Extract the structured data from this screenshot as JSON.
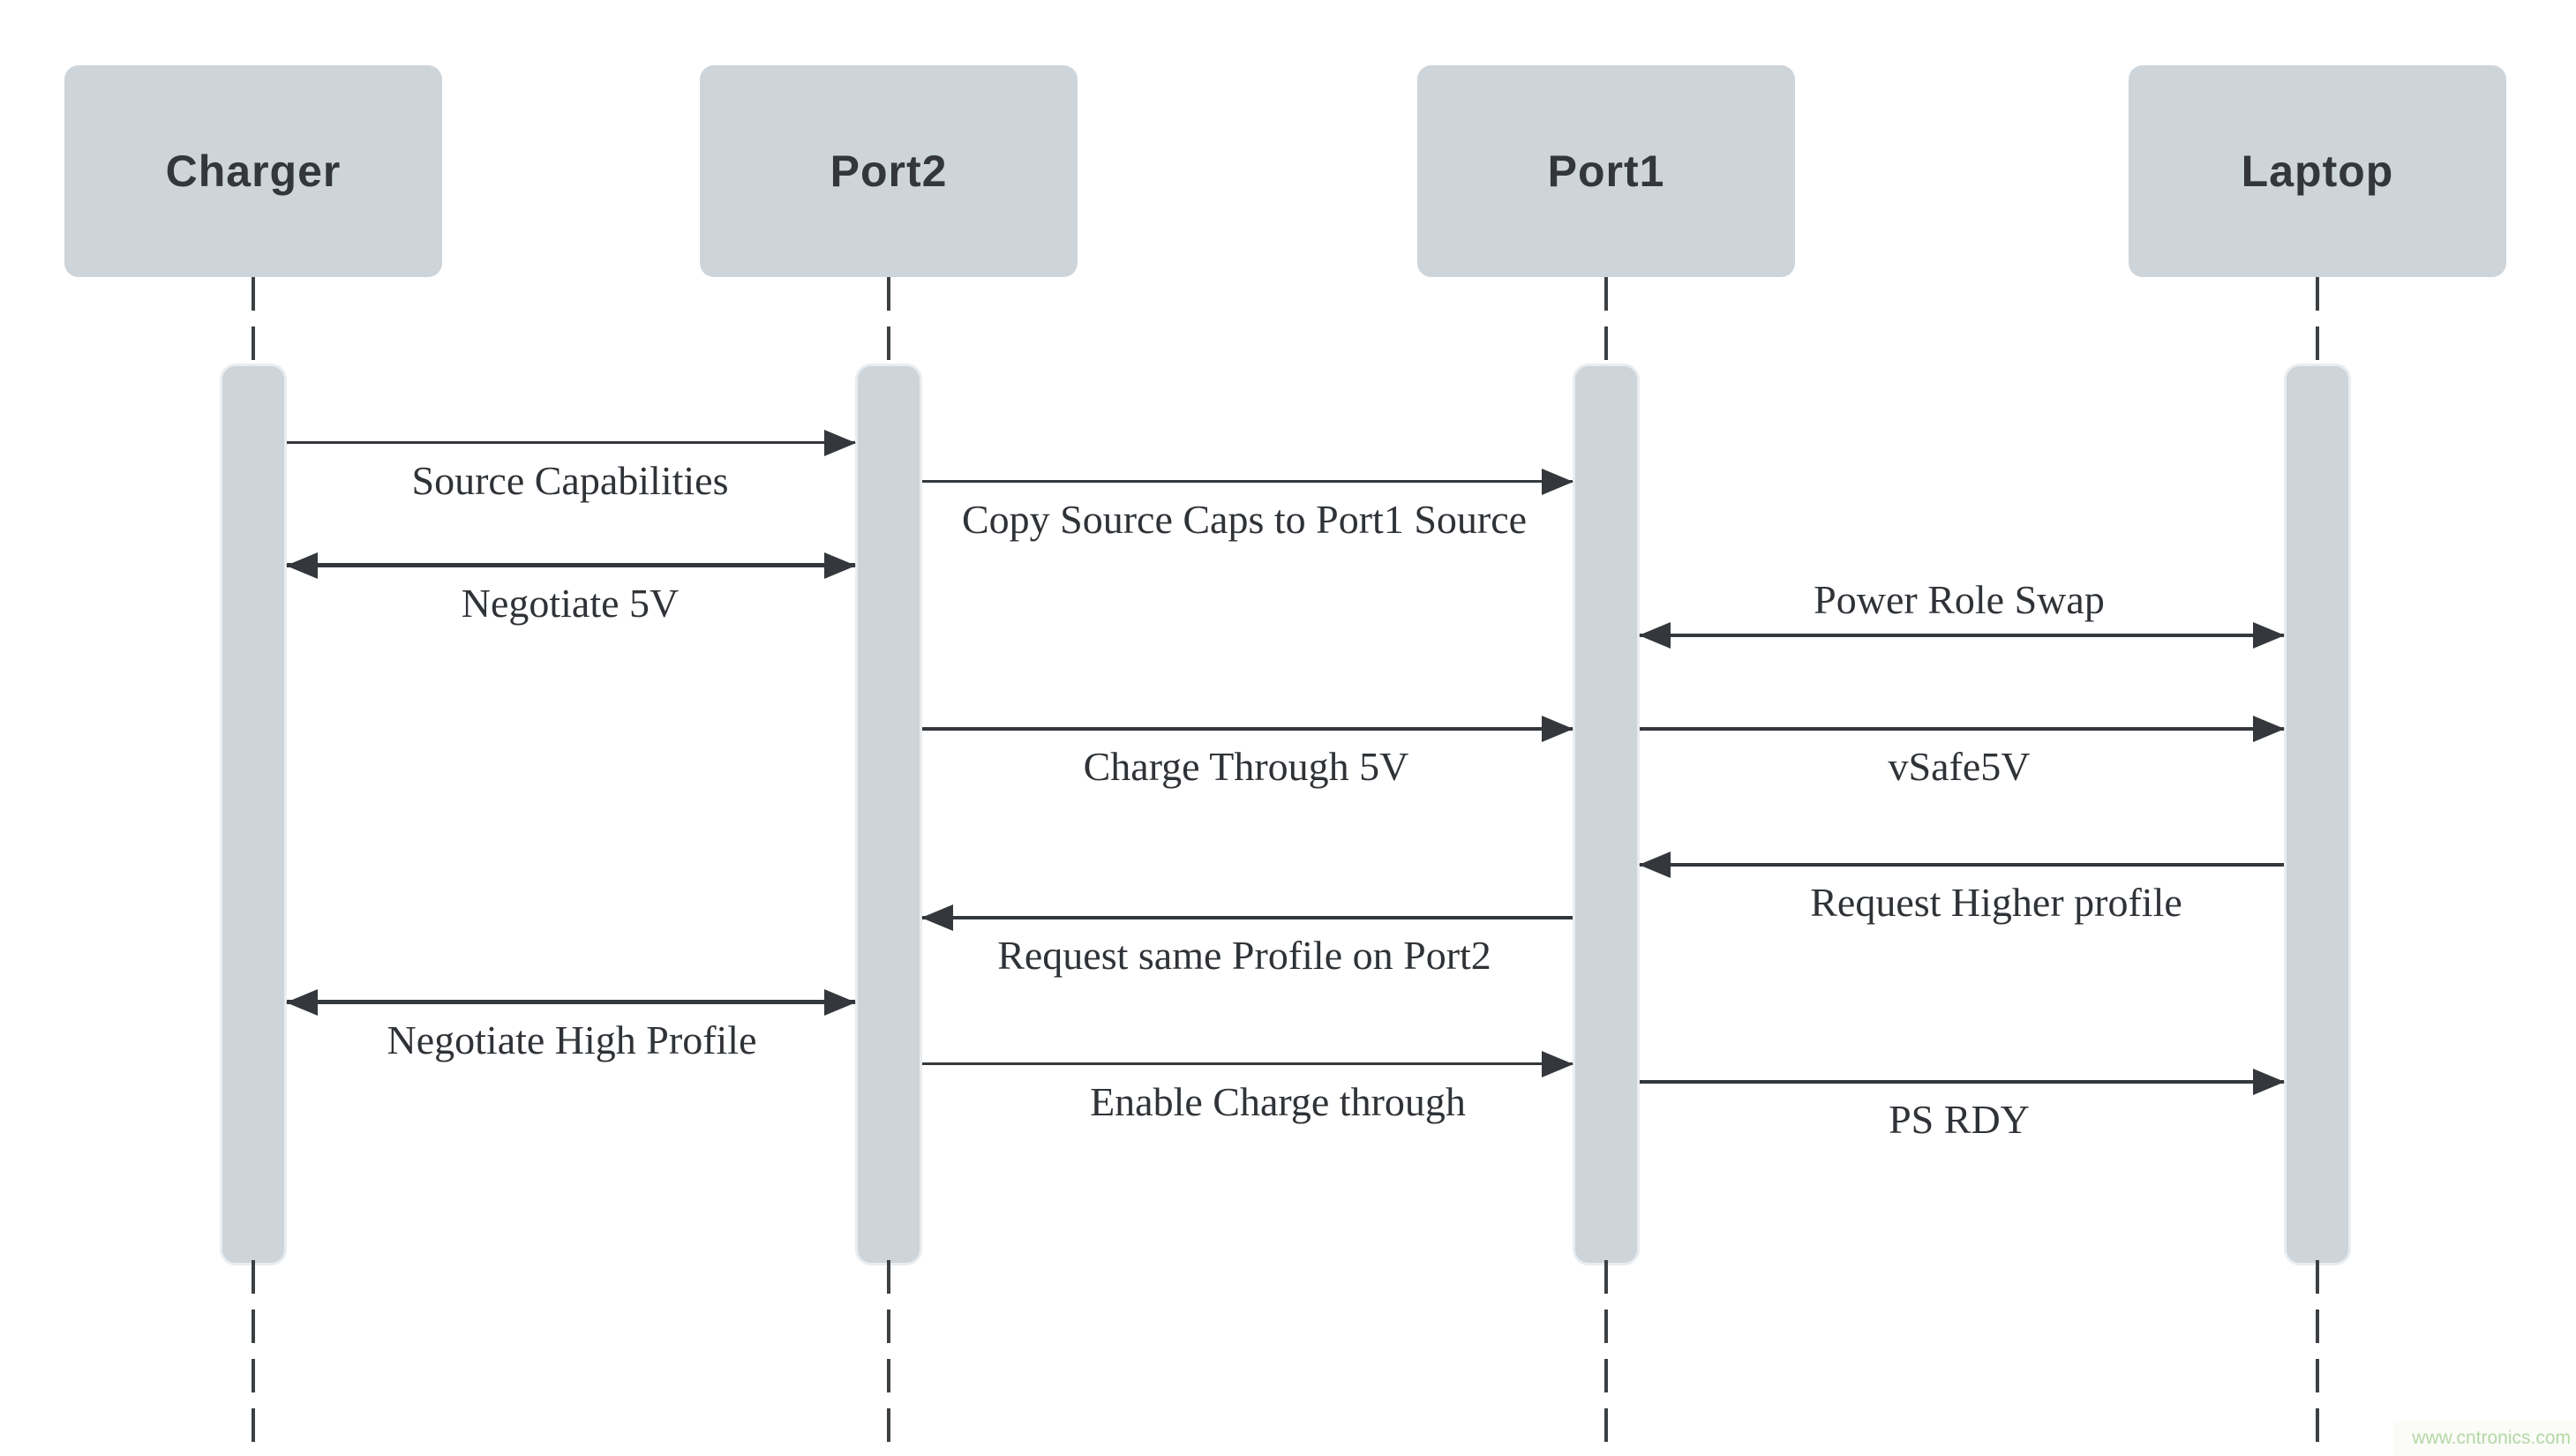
{
  "diagram": {
    "type": "sequence",
    "background": "#ffffff",
    "actor_fill": "#cdd4da",
    "line_color": "#34383c",
    "label_color": "#2f3337"
  },
  "actors": [
    {
      "name": "Charger"
    },
    {
      "name": "Port2"
    },
    {
      "name": "Port1"
    },
    {
      "name": "Laptop"
    }
  ],
  "messages": [
    {
      "label": "Source Capabilities",
      "from": "Charger",
      "to": "Port2",
      "arrow": "single",
      "direction": "right",
      "label_position": "below"
    },
    {
      "label": "Copy Source Caps to Port1 Source",
      "from": "Port2",
      "to": "Port1",
      "arrow": "single",
      "direction": "right",
      "label_position": "below"
    },
    {
      "label": "Negotiate 5V",
      "from": "Charger",
      "to": "Port2",
      "arrow": "double",
      "direction": "both",
      "label_position": "below"
    },
    {
      "label": "Power Role Swap",
      "from": "Port1",
      "to": "Laptop",
      "arrow": "double",
      "direction": "both",
      "label_position": "above"
    },
    {
      "label": "Charge Through 5V",
      "from": "Port2",
      "to": "Port1",
      "arrow": "single",
      "direction": "right",
      "label_position": "below"
    },
    {
      "label": "vSafe5V",
      "from": "Port1",
      "to": "Laptop",
      "arrow": "single",
      "direction": "right",
      "label_position": "below"
    },
    {
      "label": "Request Higher profile",
      "from": "Laptop",
      "to": "Port1",
      "arrow": "single",
      "direction": "left",
      "label_position": "below"
    },
    {
      "label": "Request same Profile on Port2",
      "from": "Port1",
      "to": "Port2",
      "arrow": "single",
      "direction": "left",
      "label_position": "below"
    },
    {
      "label": "Negotiate High Profile",
      "from": "Charger",
      "to": "Port2",
      "arrow": "double",
      "direction": "both",
      "label_position": "below"
    },
    {
      "label": "Enable Charge through",
      "from": "Port2",
      "to": "Port1",
      "arrow": "single",
      "direction": "right",
      "label_position": "below"
    },
    {
      "label": "PS RDY",
      "from": "Port1",
      "to": "Laptop",
      "arrow": "single",
      "direction": "right",
      "label_position": "below"
    }
  ],
  "watermark": {
    "text": "www.cntronics.com",
    "color": "#b3d8a6"
  }
}
